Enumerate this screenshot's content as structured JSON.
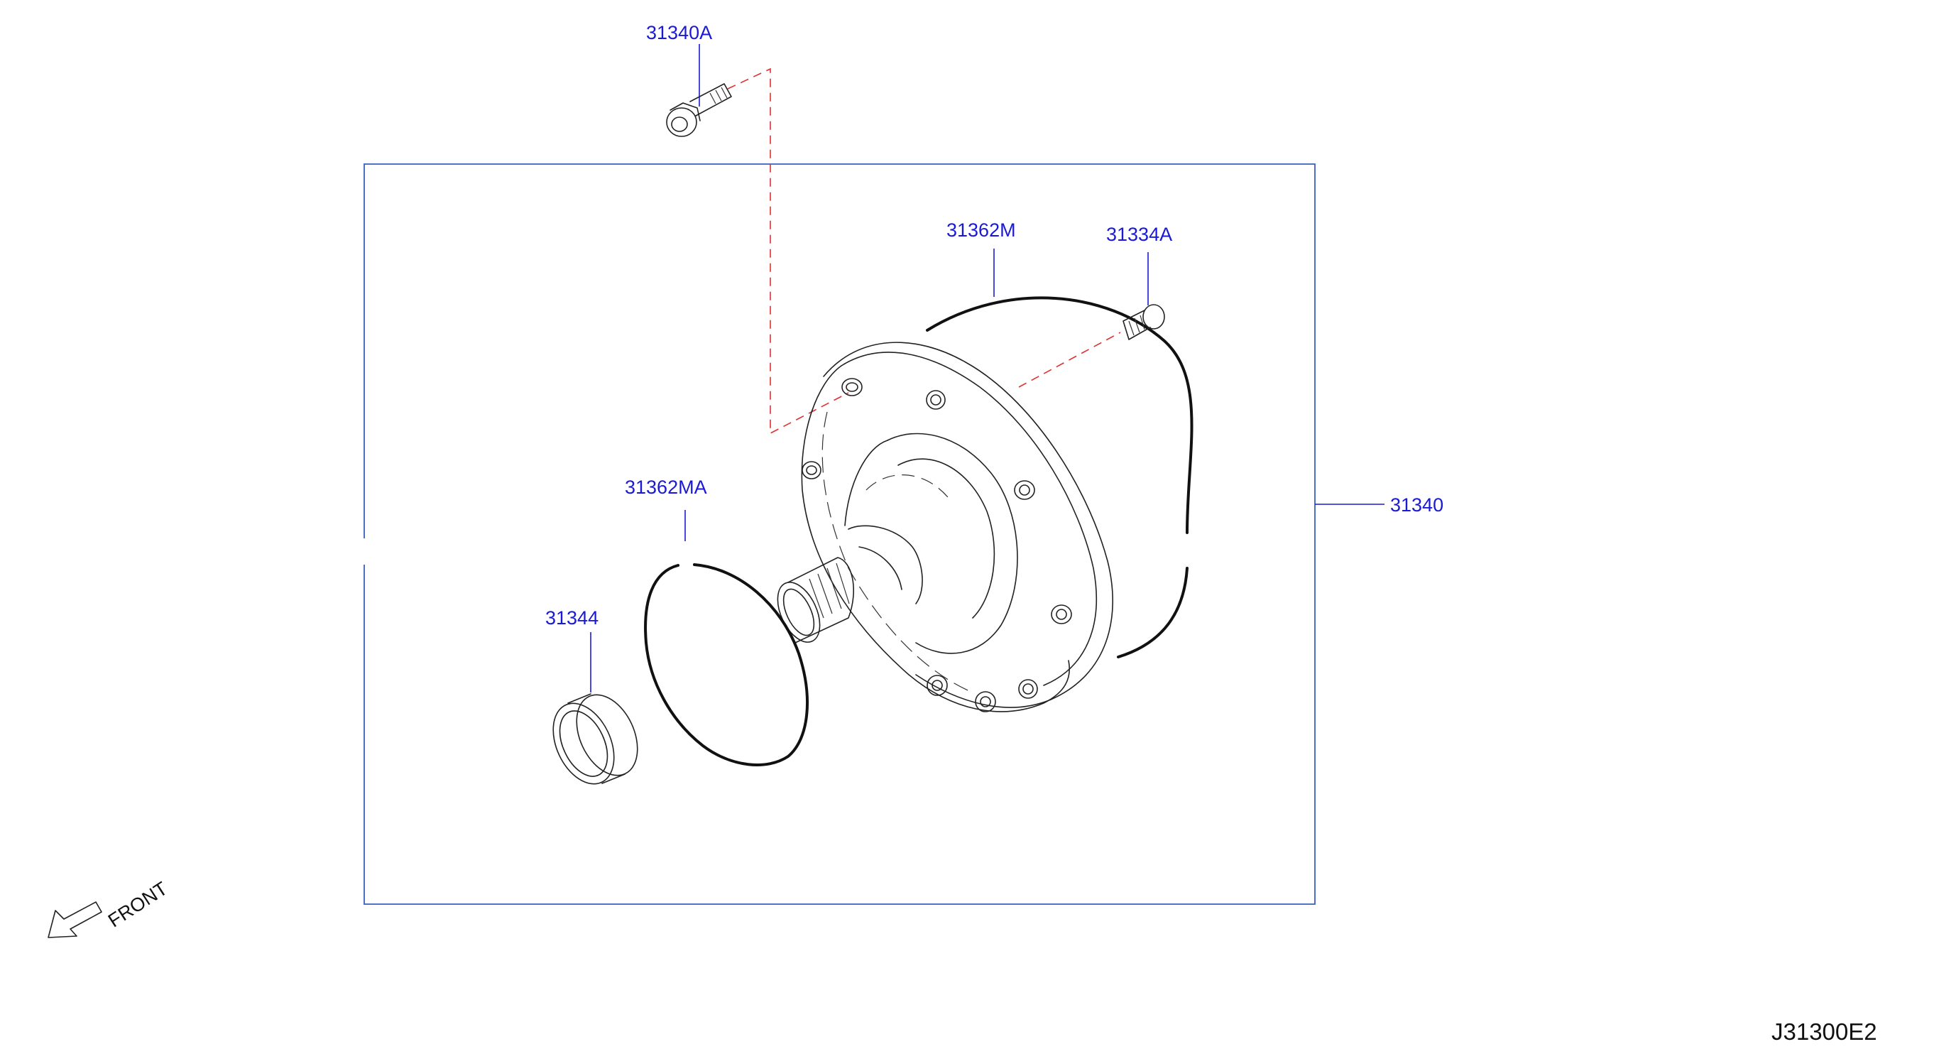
{
  "callouts": {
    "bolt_upper": "31340A",
    "o_ring_large": "31362M",
    "bolt_small": "31334A",
    "o_ring_mid": "31362MA",
    "oil_seal": "31344",
    "oil_pump_assembly": "31340"
  },
  "front_label": "FRONT",
  "figure_code": "J31300E2",
  "colors": {
    "callout_text": "#1a1ad6",
    "frame": "#3a5fbf",
    "dashed_guide": "#e03030",
    "part_lines": "#222222"
  }
}
